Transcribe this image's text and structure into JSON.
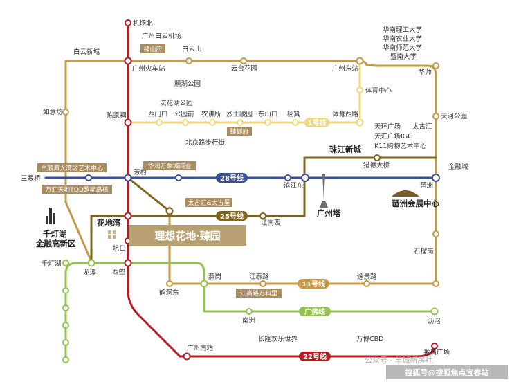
{
  "colors": {
    "line_1": "#f1d77b",
    "line_2": "#a8934f",
    "line_3": "#b9191f",
    "line_11": "#c89a45",
    "line_22": "#b9191f",
    "line_28": "#3a4f95",
    "line_25": "#80651e",
    "line_gf": "#93c24f",
    "tag": "#a98d5f",
    "project": "#b8a073"
  },
  "lines": {
    "l1": "1号线",
    "l28": "28号线",
    "l25": "25号线",
    "l11": "11号线",
    "lgf": "广佛线",
    "l22": "22号线"
  },
  "stations": {
    "jcb": "机场北",
    "gzbyjc": "广州白云机场",
    "bysc": "白云新城",
    "bys": "白云山",
    "gzhcz": "广州火车站",
    "ytgy": "云台花园",
    "gzdz": "广州东站",
    "hnlg": "华南理工大学",
    "hnny": "华南农业大学",
    "hnsf": "华南师范大学",
    "jnu": "暨南大学",
    "hs": "华师",
    "lhgy": "麓湖公园",
    "tyzx": "体育中心",
    "lhhgy": "流花湖公园",
    "ryf": "如意坊",
    "cjc": "陈家祠",
    "xmk": "西门口",
    "gyq": "公园前",
    "njs": "农讲所",
    "lslys": "烈士陵园",
    "dsk": "东山口",
    "yj": "杨箕",
    "tyxl": "体育西路",
    "thgy": "天河公园",
    "tfgc": "天环广场",
    "thgc": "天汇广场IGC",
    "k11": "K11购物艺术中心",
    "tgh": "太古汇",
    "bjlbxj": "北京路步行街",
    "zjxc": "珠江新城",
    "ldqq": "猎德大桥",
    "jrc": "金融城",
    "smq": "三眼桥",
    "fc": "芳村",
    "bjdq": "滨江东",
    "gzt": "广州塔",
    "pz": "琶洲",
    "pzhz": "琶洲会展中心",
    "hdw": "花地湾",
    "jnx": "江南西",
    "qdhjr_1": "千灯湖",
    "qdhjr_2": "金融高新区",
    "qdh": "千灯湖",
    "lx": "龙溪",
    "kk": "坑口",
    "xl": "西塱",
    "hdd": "鹤洞东",
    "yg": "燕岗",
    "jtl": "江泰路",
    "yjl": "逸景路",
    "slg": "石榴岗",
    "nz": "南洲",
    "lj": "沥滘",
    "clhlsj": "长隆欢乐世界",
    "wbcbd": "万博CBD",
    "gznz": "广州南站",
    "pygc": "番禺广场"
  },
  "tags": {
    "zsf": "臻山府",
    "zyf": "臻樾府",
    "hrwx": "华润万象城商业",
    "tghtgl": "太古汇&太古里",
    "bet": "白鹅潭大湾区艺术中心",
    "wht": "万汇天地TOD超能岛核",
    "jgwkl": "江高路万科里"
  },
  "project": {
    "name": "理想花地·臻园"
  },
  "watermark": {
    "wechat": "公众号 · 羊城新房社",
    "source": "搜狐号@搜狐焦点宜春站"
  }
}
